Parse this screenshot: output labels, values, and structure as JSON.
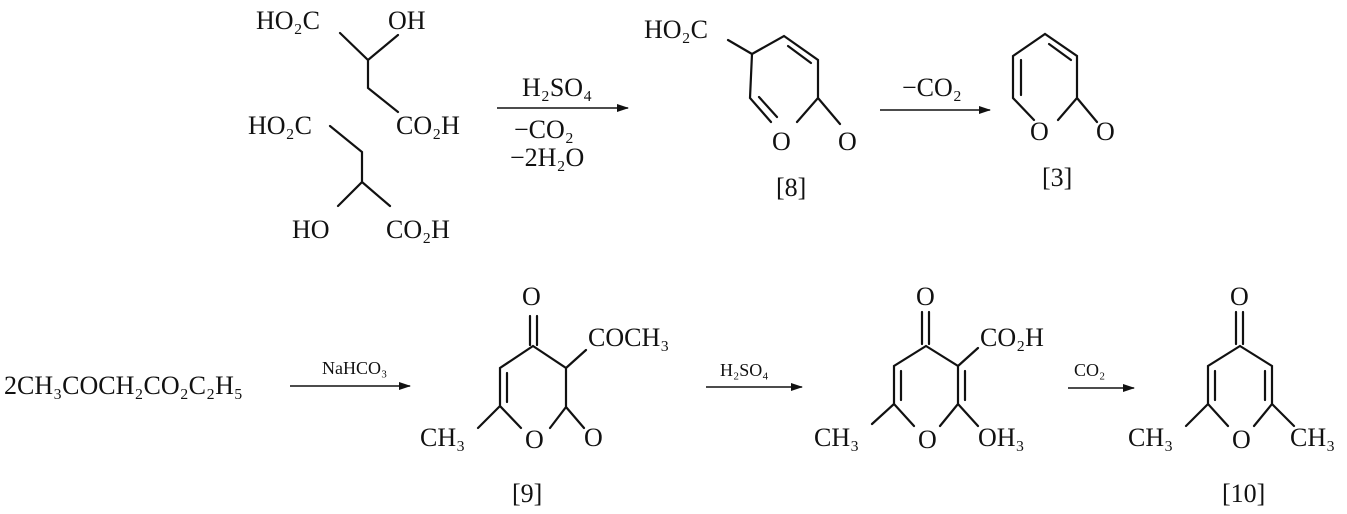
{
  "reaction_1": {
    "reactant_top": {
      "left_group": "HO₂C",
      "right_group": "OH",
      "bottom_group": "CO₂H"
    },
    "reactant_bottom": {
      "top_group": "HO₂C",
      "left_group": "HO",
      "right_group": "CO₂H"
    },
    "arrow_1": {
      "above": "H₂SO₄",
      "below_1": "−CO₂",
      "below_2": "−2H₂O"
    },
    "product_8": {
      "substituent": "HO₂C",
      "ring_o": "O",
      "carbonyl_o": "O",
      "label": "[8]"
    },
    "arrow_2": {
      "above": "−CO₂"
    },
    "product_3": {
      "ring_o": "O",
      "carbonyl_o": "O",
      "label": "[3]"
    }
  },
  "reaction_2": {
    "reactant": "2CH₃COCH₂CO₂C₂H₅",
    "arrow_1": {
      "above": "NaHCO₃"
    },
    "product_9": {
      "top_o": "O",
      "acyl": "COCH₃",
      "methyl": "CH₃",
      "ring_o": "O",
      "carbonyl_o": "O",
      "label": "[9]"
    },
    "arrow_2": {
      "above": "H₂SO₄"
    },
    "intermediate": {
      "top_o": "O",
      "acid": "CO₂H",
      "methyl": "CH₃",
      "ring_o": "O",
      "right_sub": "OH₃"
    },
    "arrow_3": {
      "above": "CO₂"
    },
    "product_10": {
      "top_o": "O",
      "methyl_left": "CH₃",
      "ring_o": "O",
      "methyl_right": "CH₃",
      "label": "[10]"
    }
  }
}
